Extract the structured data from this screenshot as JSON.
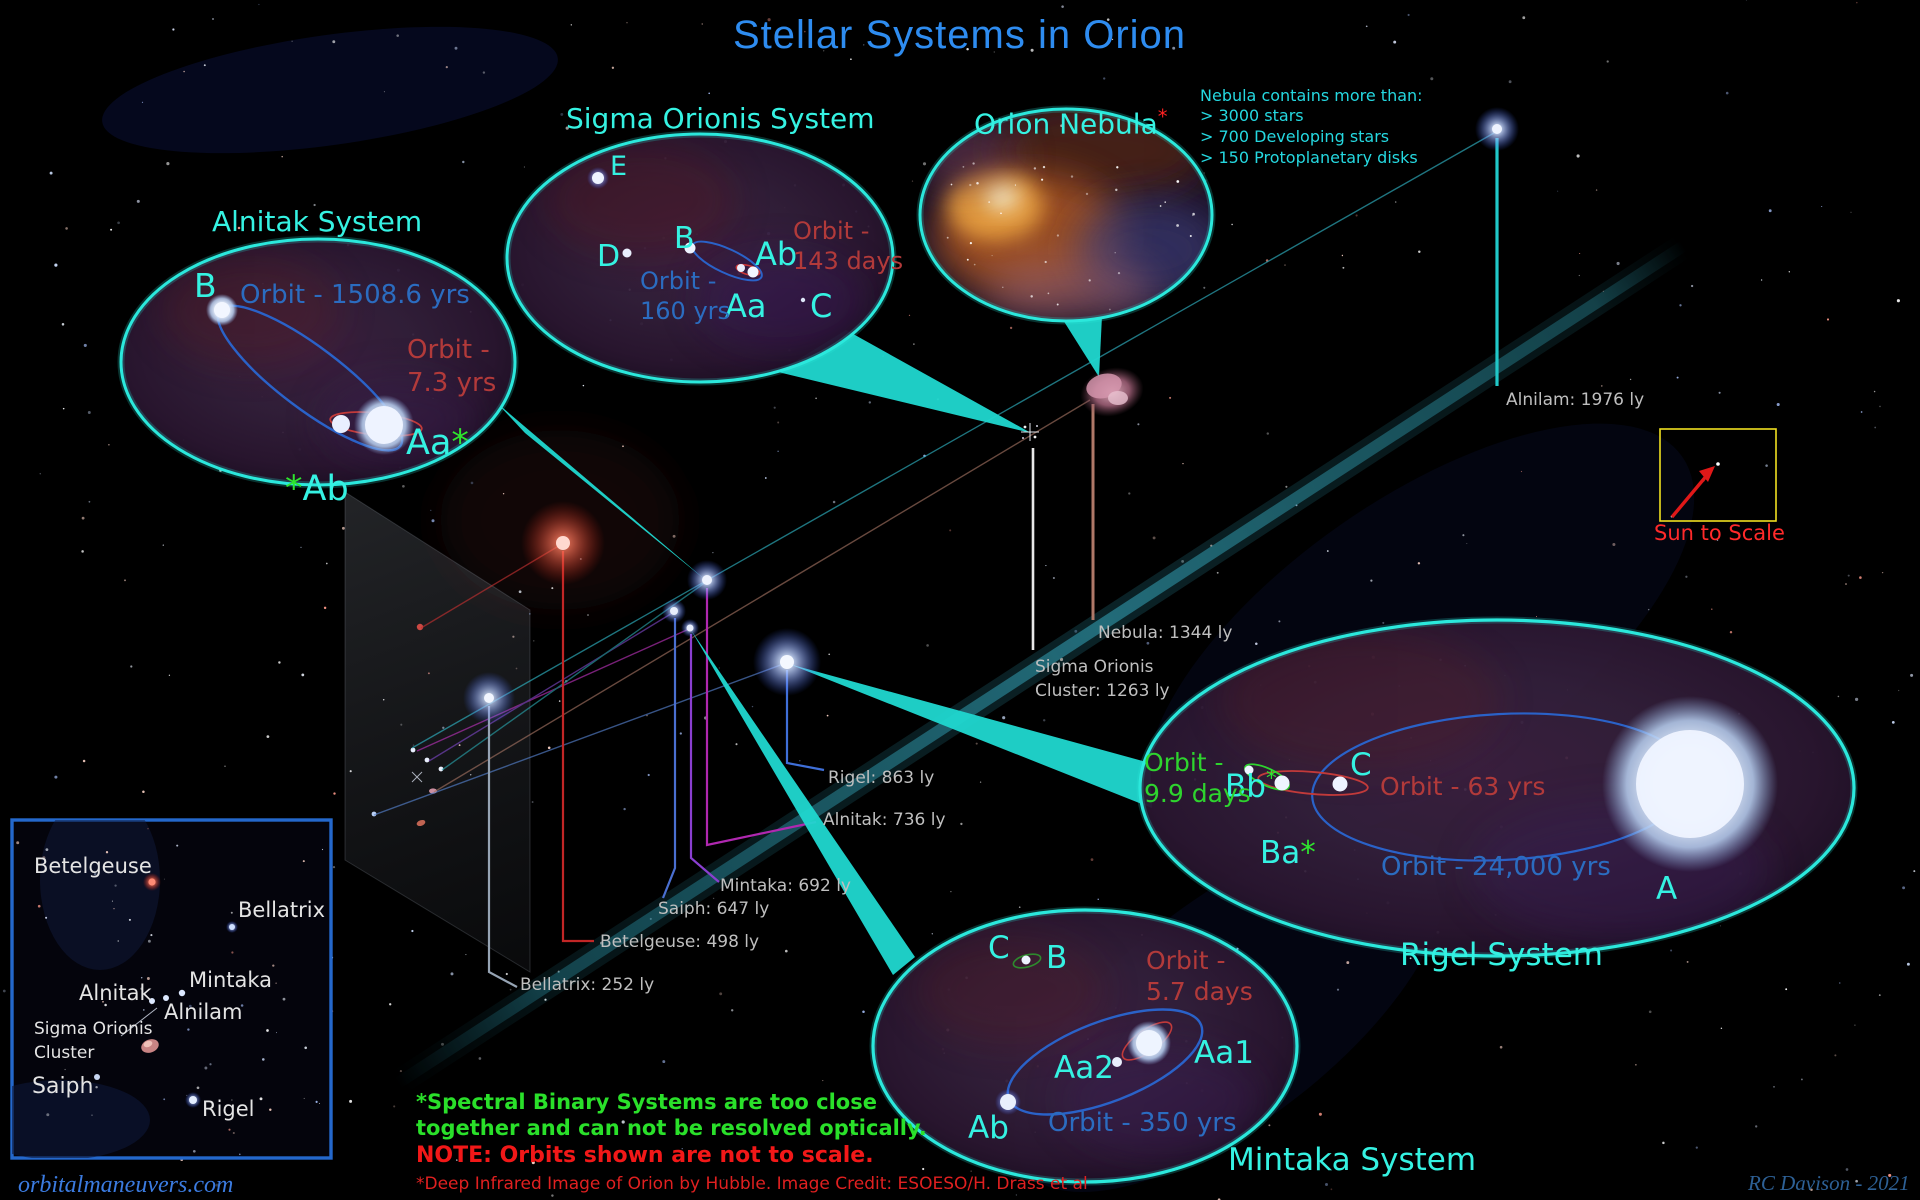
{
  "title": "Stellar Systems in Orion",
  "marks": {
    "asterisk": "*"
  },
  "systems": {
    "sigma": {
      "title": "Sigma Orionis System",
      "e": "E",
      "d": "D",
      "b": "B",
      "ab": "Ab",
      "aa": "Aa",
      "c": "C",
      "orbit_blue": "Orbit -\n160 yrs",
      "orbit_red": "Orbit -\n143 days"
    },
    "alnitak": {
      "title": "Alnitak System",
      "b": "B",
      "aa": "Aa",
      "ab": "Ab",
      "orbit_blue": "Orbit - 1508.6 yrs",
      "orbit_red": "Orbit -\n7.3 yrs"
    },
    "nebula": {
      "title": "Orion Nebula",
      "info_heading": "Nebula contains more than:",
      "info_lines": "> 3000 stars\n> 700 Developing stars\n> 150 Protoplanetary disks"
    },
    "rigel": {
      "title": "Rigel System",
      "bb": "Bb",
      "ba": "Ba",
      "c": "C",
      "a": "A",
      "orbit_green": "Orbit -\n9.9 days",
      "orbit_red": "Orbit - 63 yrs",
      "orbit_blue": "Orbit - 24,000 yrs"
    },
    "mintaka": {
      "title": "Mintaka System",
      "c": "C",
      "b": "B",
      "aa2": "Aa2",
      "aa1": "Aa1",
      "ab": "Ab",
      "orbit_red": "Orbit -\n5.7 days",
      "orbit_blue": "Orbit - 350 yrs"
    }
  },
  "distances": {
    "alnilam": "Alnilam: 1976 ly",
    "nebula": "Nebula: 1344 ly",
    "sigma_cluster": "Sigma Orionis\nCluster: 1263 ly",
    "rigel": "Rigel: 863 ly",
    "alnitak": "Alnitak: 736 ly",
    "mintaka": "Mintaka: 692 ly",
    "saiph": "Saiph: 647 ly",
    "betelgeuse": "Betelgeuse: 498 ly",
    "bellatrix": "Bellatrix: 252 ly"
  },
  "sun_scale": {
    "label": "Sun to Scale"
  },
  "inset": {
    "betelgeuse": "Betelgeuse",
    "bellatrix": "Bellatrix",
    "mintaka": "Mintaka",
    "alnitak": "Alnitak",
    "alnilam": "Alnilam",
    "sigma_cluster": "Sigma Orionis\nCluster",
    "saiph": "Saiph",
    "rigel": "Rigel"
  },
  "notes": {
    "spectral": "*Spectral Binary Systems are too close\ntogether and can not be resolved optically.",
    "scale_note": "NOTE: Orbits shown are not to scale.",
    "credit": "*Deep Infrared Image of Orion by Hubble.  Image Credit: ESOESO/H. Drass et al"
  },
  "footer": {
    "site": "orbitalmaneuvers.com",
    "author": "RC Davison - 2021"
  },
  "colors": {
    "accent_cyan": "#35f2e2",
    "title_blue": "#2e8cf0",
    "orbit_blue": "#2b6cc0",
    "orbit_red": "#b23a3a",
    "orbit_green": "#2ed42e",
    "note_green": "#2ae02a",
    "note_red": "#f21818",
    "distance_gray": "#bfbfbf",
    "sun_box_yellow": "#f0e020"
  }
}
